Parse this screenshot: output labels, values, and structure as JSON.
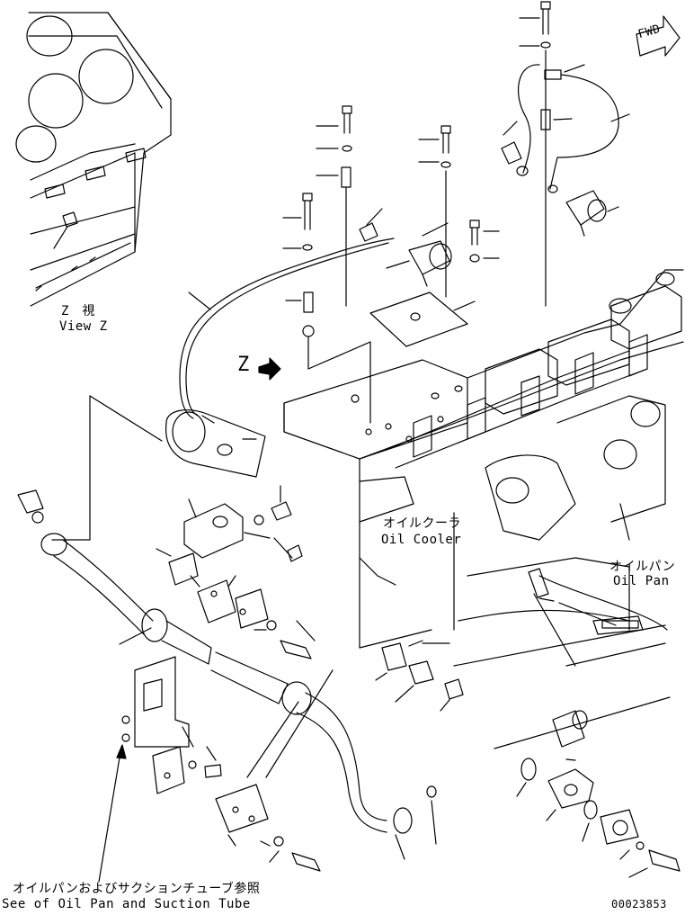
{
  "labels": {
    "fwd": "FWD",
    "z_marker": "Z",
    "view_z_jp": "Z　視",
    "view_z_en": "View Z",
    "oil_cooler_jp": "オイルクーラ",
    "oil_cooler_en": "Oil Cooler",
    "oil_pan_jp": "オイルパン",
    "oil_pan_en": "Oil Pan",
    "see_ref_jp": "オイルパンおよびサクションチューブ参照",
    "see_ref_en": "See of Oil Pan and Suction Tube",
    "drawing_number": "00023853"
  }
}
